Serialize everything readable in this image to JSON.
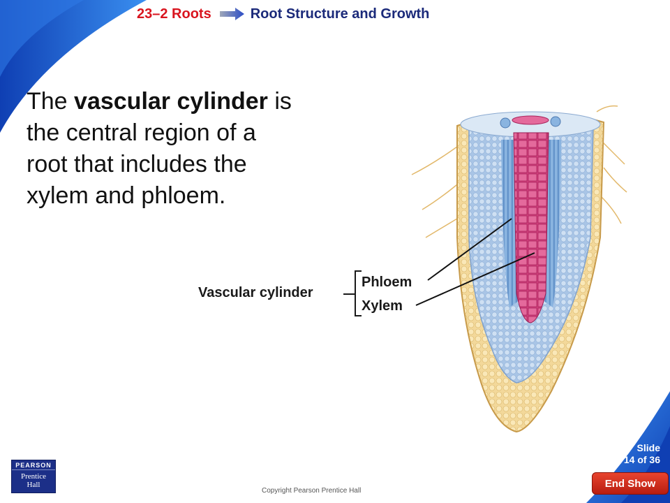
{
  "header": {
    "section": "23–2 Roots",
    "topic": "Root Structure and Growth"
  },
  "body": {
    "part1": "The ",
    "bold1": "vascular cylinder",
    "part2": " is the central region of a root that includes the xylem and phloem."
  },
  "diagram": {
    "label_group": "Vascular cylinder",
    "label_phloem": "Phloem",
    "label_xylem": "Xylem"
  },
  "footer": {
    "slide_label": "Slide",
    "slide_counter": "14 of 36",
    "end_show": "End Show",
    "copyright": "Copyright Pearson Prentice Hall",
    "logo_brand": "PEARSON",
    "logo_imprint_1": "Prentice",
    "logo_imprint_2": "Hall"
  },
  "colors": {
    "blue_band": "#1d5fd6",
    "section_red": "#d9141e",
    "topic_navy": "#1b2a7a",
    "xylem_pink": "#d2417e",
    "phloem_blue": "#6f9ed1",
    "cortex_blue": "#bcd3ec",
    "epidermis_tan": "#f3d89a"
  },
  "icons": {
    "header_arrow": "right-arrow-icon"
  }
}
